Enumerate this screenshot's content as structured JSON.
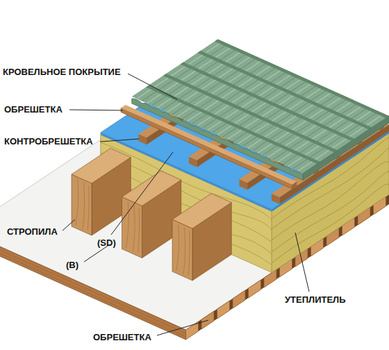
{
  "diagram": {
    "labels": [
      "КРОВЕЛЬНОЕ ПОКРЫТИЕ",
      "ОБРЕШЕТКА",
      "КОНТРОБРЕШЕТКА",
      "СТРОПИЛА",
      "(SD)",
      "(B)",
      "ОБРЕШЕТКА",
      "УТЕПЛИТЕЛЬ"
    ]
  }
}
